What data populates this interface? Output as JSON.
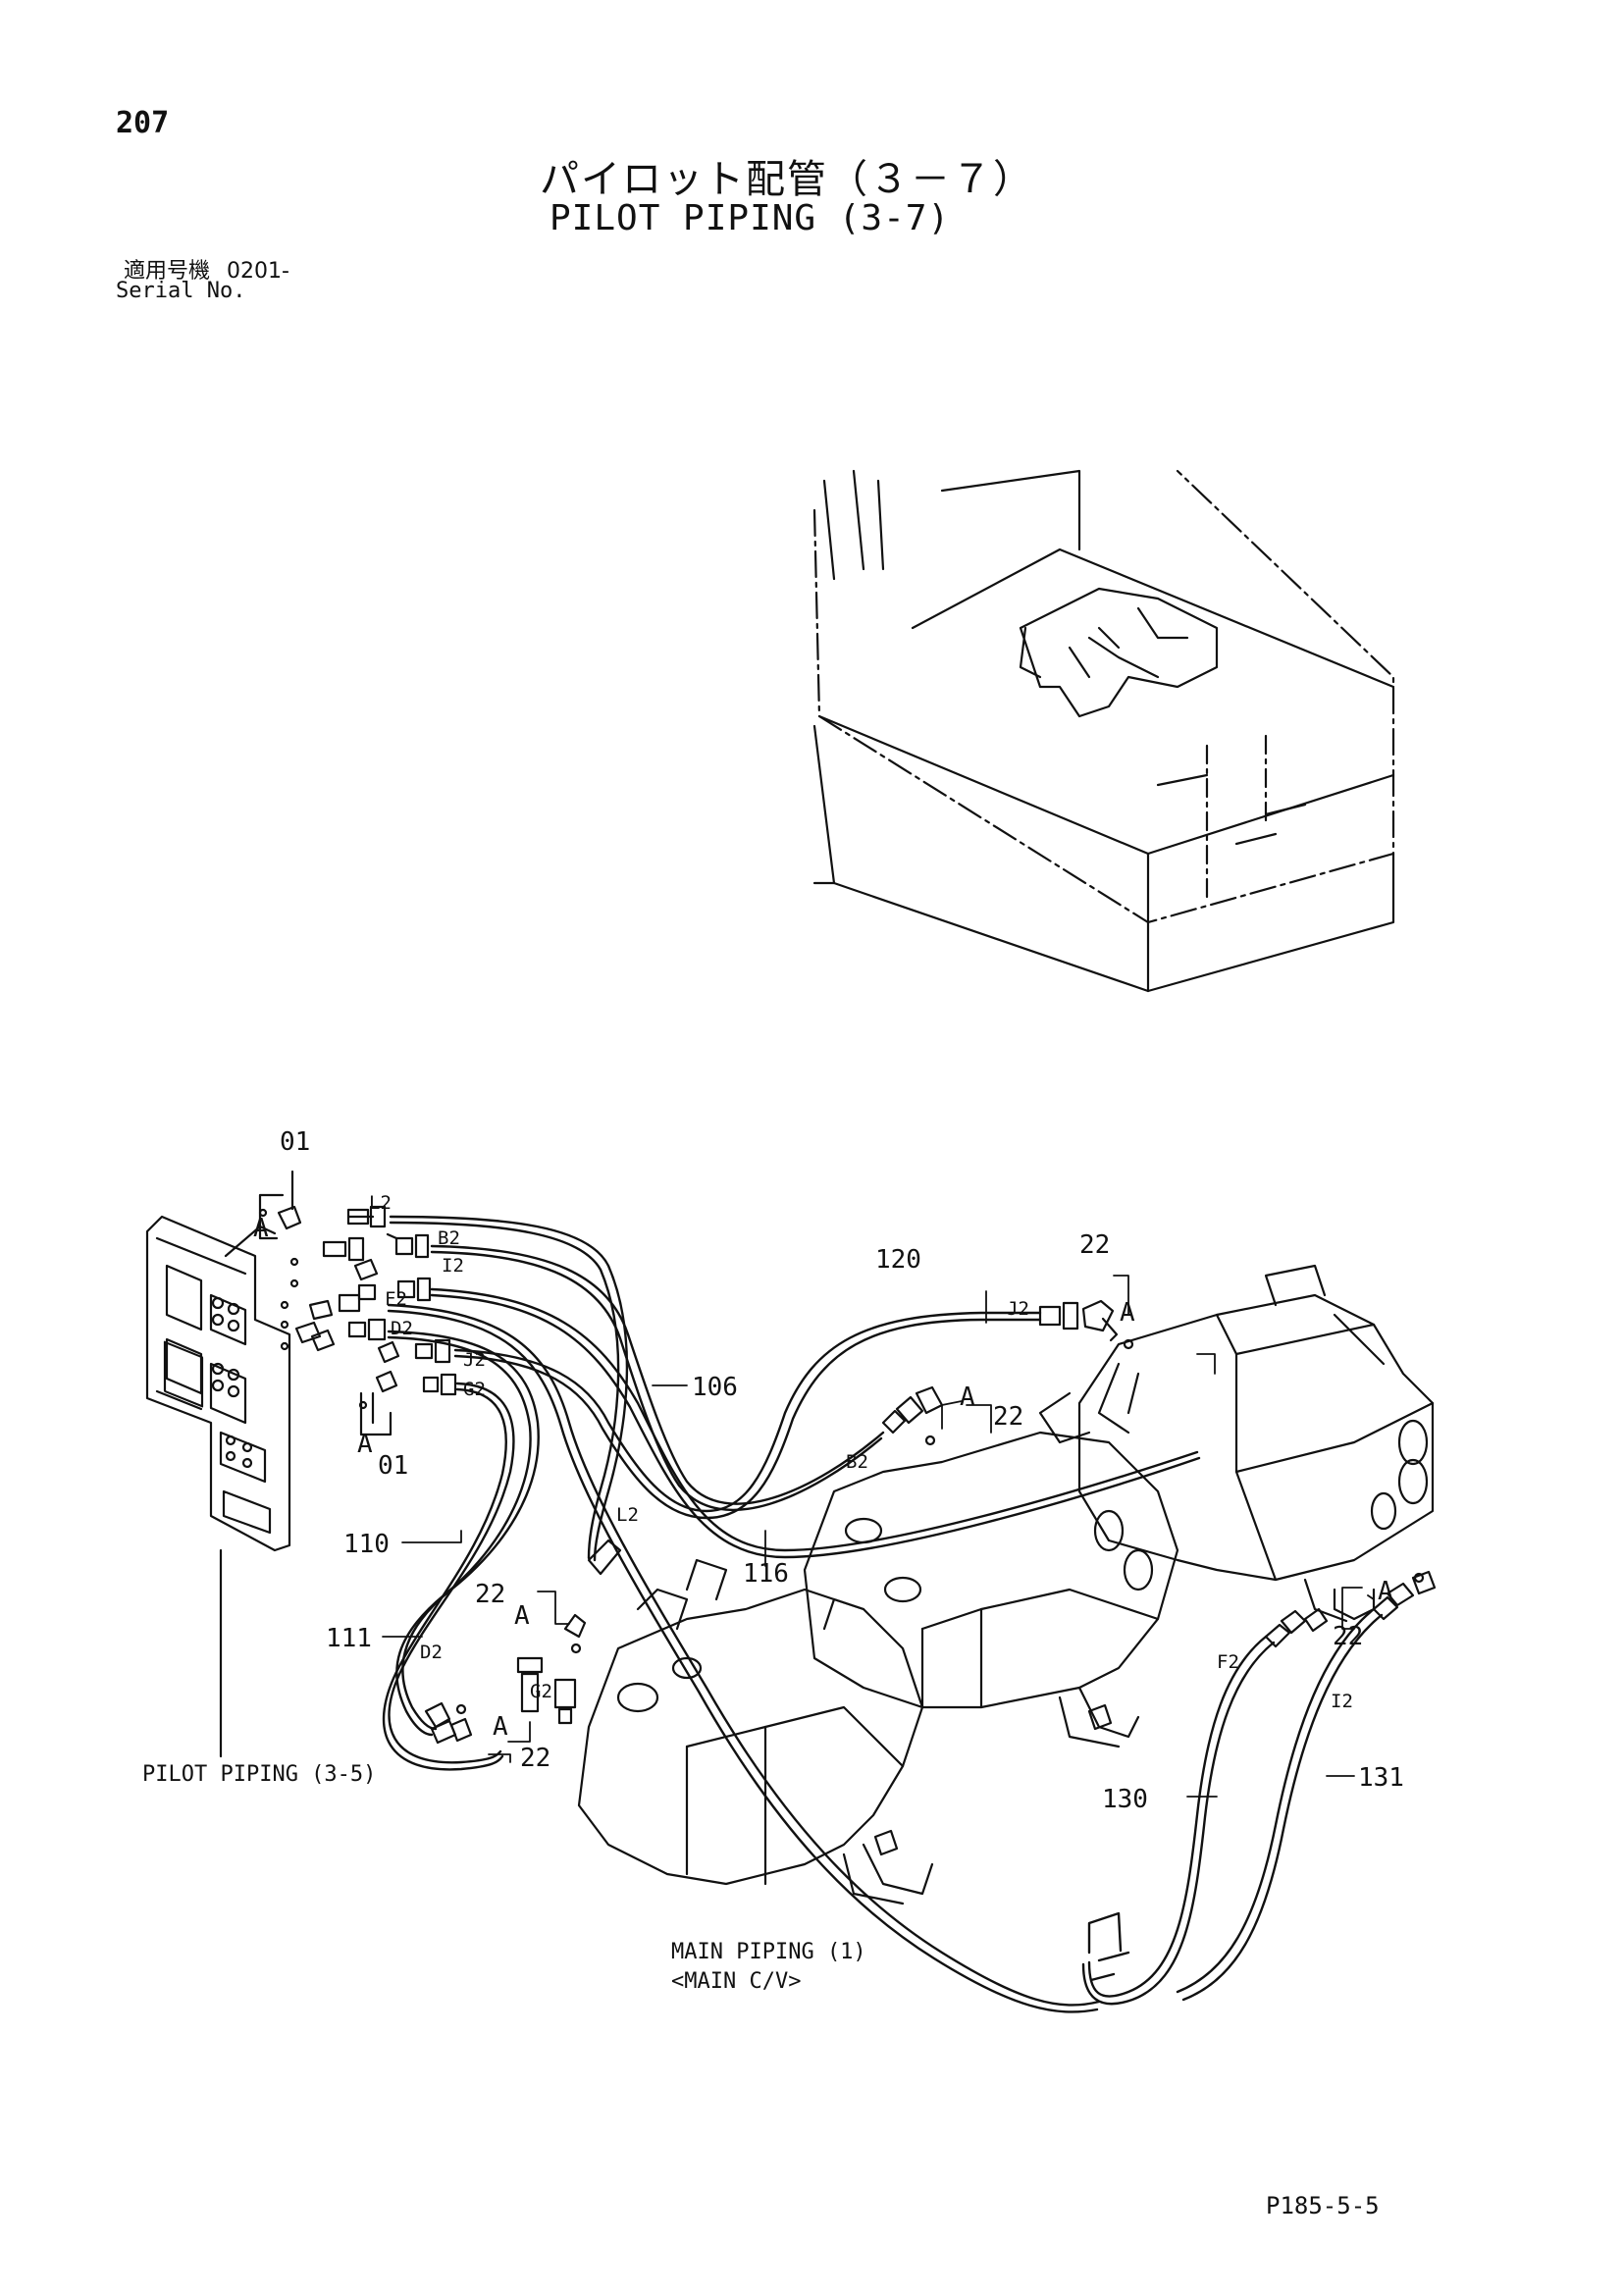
{
  "header": {
    "page_number": "207",
    "title_jp": "パイロット配管（３－７）",
    "title_en": "PILOT PIPING (3-7)",
    "serial_label_jp": "適用号機",
    "serial_value": "0201-",
    "serial_label_en": "Serial No."
  },
  "callouts": {
    "c01_top": "01",
    "c01_bottom": "01",
    "c120": "120",
    "c106": "106",
    "c110": "110",
    "c111": "111",
    "c116": "116",
    "c130": "130",
    "c131": "131",
    "c22_top": "22",
    "c22_mid": "22",
    "c22_left": "22",
    "c22_bottom": "22",
    "c22_right": "22"
  },
  "view_marks": {
    "a1": "A",
    "a2": "A",
    "a3": "A",
    "a4": "A",
    "a5": "A",
    "a6": "A",
    "a7": "A"
  },
  "port_labels": {
    "L2": "L2",
    "B2": "B2",
    "I2": "I2",
    "F2": "F2",
    "D2": "D2",
    "J2": "J2",
    "G2": "G2",
    "J2_end": "J2",
    "B2_end": "B2",
    "L2_end": "L2",
    "D2_end": "D2",
    "G2_end": "G2",
    "F2_end": "F2",
    "I2_end": "I2"
  },
  "references": {
    "pilot_piping_ref": "PILOT PIPING (3-5)",
    "main_piping_line1": "MAIN PIPING (1)",
    "main_piping_line2": "<MAIN C/V>"
  },
  "footer": {
    "drawing_code": "P185-5-5"
  }
}
